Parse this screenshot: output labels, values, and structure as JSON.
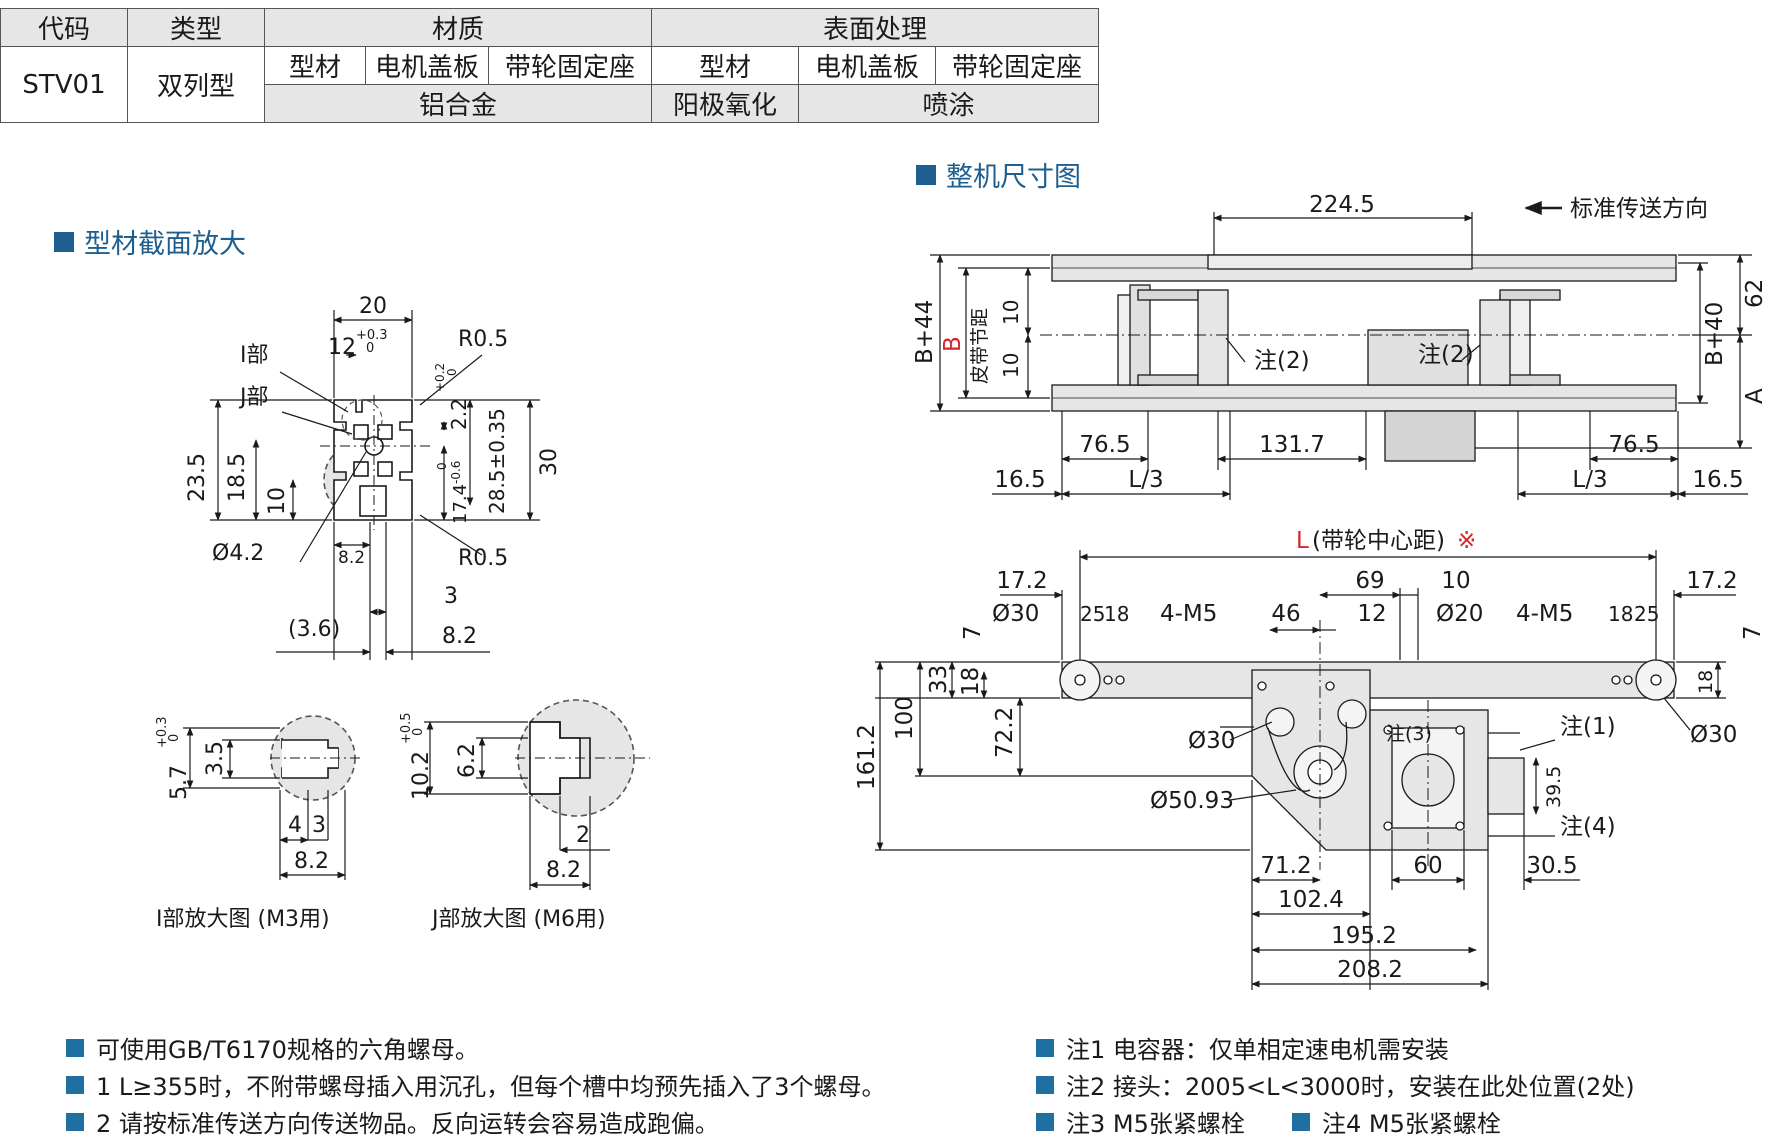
{
  "table": {
    "h_code": "代码",
    "h_type": "类型",
    "h_material": "材质",
    "h_surface": "表面处理",
    "sub_profile": "型材",
    "sub_cover": "电机盖板",
    "sub_seat": "带轮固定座",
    "sub_profile2": "型材",
    "sub_cover2": "电机盖板",
    "sub_seat2": "带轮固定座",
    "code": "STV01",
    "type": "双列型",
    "material": "铝合金",
    "anodize": "阳极氧化",
    "spray": "喷涂"
  },
  "sections": {
    "profile_title": "型材截面放大",
    "overall_title": "整机尺寸图"
  },
  "profile": {
    "i_part": "I部",
    "j_part": "J部",
    "d20": "20",
    "d12": "12",
    "tol_03": "+0.3",
    "tol_0": "0",
    "r05_top": "R0.5",
    "d22": "2.2",
    "tol_02": "+0.2",
    "tol_0b": "0",
    "d285": "28.5±0.35",
    "d30": "30",
    "d174": "17.4",
    "tol_0c": "0",
    "tol_m06": "-0.6",
    "d235": "23.5",
    "d185": "18.5",
    "d10": "10",
    "d42": "Ø4.2",
    "d82a": "8.2",
    "r05_bot": "R0.5",
    "d3": "3",
    "d36": "(3.6)",
    "d82b": "8.2"
  },
  "detail_i": {
    "tol_03": "+0.3",
    "tol_0": "0",
    "d57": "5.7",
    "d35": "3.5",
    "d4": "4",
    "d3": "3",
    "d82": "8.2",
    "caption": "I部放大图 (M3用)"
  },
  "detail_j": {
    "tol_05": "+0.5",
    "tol_0": "0",
    "d102": "10.2",
    "d62": "6.2",
    "d2": "2",
    "d82": "8.2",
    "caption": "J部放大图 (M6用)"
  },
  "top_view": {
    "d2245": "224.5",
    "direction": "标准传送方向",
    "b44": "B+44",
    "b": "B",
    "pitch": "皮带节距",
    "d10a": "10",
    "d10b": "10",
    "note2a": "注(2)",
    "note2b": "注(2)",
    "b40": "B+40",
    "d62": "62",
    "a": "A",
    "d765a": "76.5",
    "d1317": "131.7",
    "d765b": "76.5",
    "d165a": "16.5",
    "l3a": "L/3",
    "l3b": "L/3",
    "d165b": "16.5"
  },
  "side_view": {
    "l_label": "L",
    "l_desc": "(带轮中心距)",
    "l_mark": "※",
    "d172a": "17.2",
    "d69": "69",
    "d10": "10",
    "d172b": "17.2",
    "d30a": "Ø30",
    "d25a": "25",
    "d18a": "18",
    "m5a": "4-M5",
    "d46": "46",
    "d12": "12",
    "d20": "Ø20",
    "m5b": "4-M5",
    "d18b": "18",
    "d25b": "25",
    "d7a": "7",
    "d33": "33",
    "d18c": "18",
    "d7b": "7",
    "d18d": "18",
    "d100": "100",
    "d1612": "161.2",
    "d722": "72.2",
    "d30b": "Ø30",
    "note3": "注(3)",
    "note1": "注(1)",
    "d30c": "Ø30",
    "d5093": "Ø50.93",
    "d395": "39.5",
    "note4": "注(4)",
    "d712": "71.2",
    "d60": "60",
    "d305": "30.5",
    "d1024": "102.4",
    "d1952": "195.2",
    "d2082": "208.2"
  },
  "notes": {
    "left": [
      "可使用GB/T6170规格的六角螺母。",
      "1 L≥355时，不附带螺母插入用沉孔，但每个槽中均预先插入了3个螺母。",
      "2 请按标准传送方向传送物品。反向运转会容易造成跑偏。"
    ],
    "right1": "注1 电容器：仅单相定速电机需安装",
    "right2": "注2 接头：2005<L<3000时，安装在此处位置(2处)",
    "right3": "注3 M5张紧螺栓",
    "right4": "注4 M5张紧螺栓"
  },
  "colors": {
    "accent": "#1f5f8f",
    "red": "#d6262a",
    "grey_fill": "#e6e6e6"
  }
}
